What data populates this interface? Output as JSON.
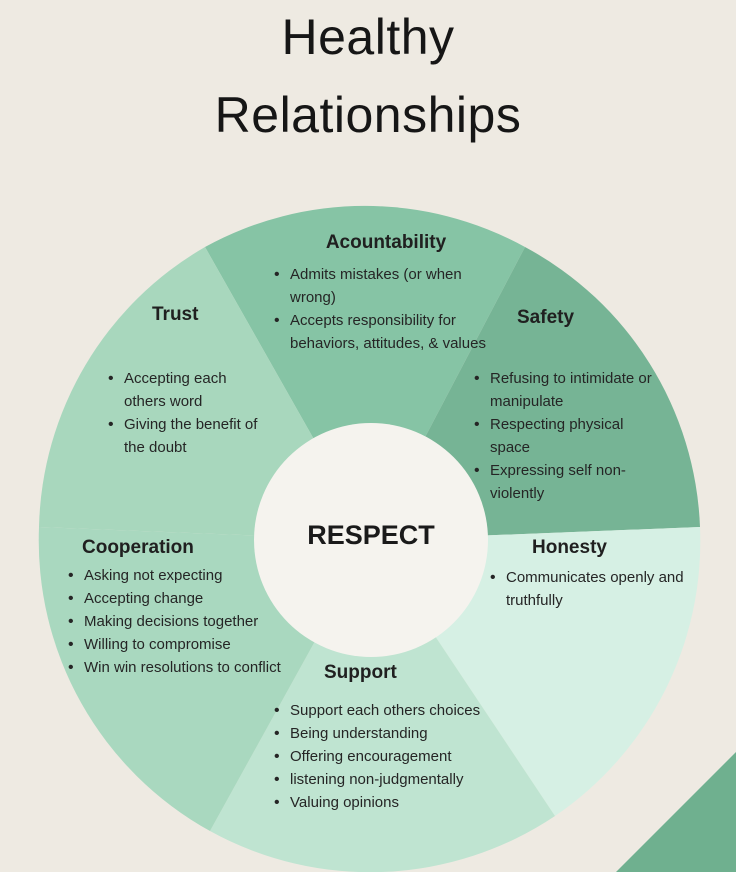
{
  "title": {
    "line1": "Healthy",
    "line2": "Relationships"
  },
  "center": {
    "label": "RESPECT"
  },
  "segments": {
    "accountability": {
      "heading": "Acountability",
      "items": [
        "Admits mistakes (or when wrong)",
        "Accepts responsibility for behaviors, attitudes, & values"
      ]
    },
    "trust": {
      "heading": "Trust",
      "items": [
        "Accepting each others word",
        "Giving the benefit of the doubt"
      ]
    },
    "safety": {
      "heading": "Safety",
      "items": [
        "Refusing to intimidate or manipulate",
        "Respecting physical space",
        "Expressing self non-violently"
      ]
    },
    "cooperation": {
      "heading": "Cooperation",
      "items": [
        "Asking not expecting",
        "Accepting change",
        "Making decisions together",
        "Willing to compromise",
        "Win win resolutions to conflict"
      ]
    },
    "honesty": {
      "heading": "Honesty",
      "items": [
        "Communicates openly and truthfully"
      ]
    },
    "support": {
      "heading": "Support",
      "items": [
        "Support each others choices",
        "Being understanding",
        "Offering encouragement",
        "listening non-judgmentally",
        "Valuing opinions"
      ]
    }
  },
  "colors": {
    "background": "#eeeae2",
    "accountability": "#86c4a5",
    "trust": "#a8d7bd",
    "safety": "#76b495",
    "cooperation": "#a9d8bf",
    "honesty": "#d6f0e4",
    "support": "#bfe4d1",
    "center": "#f5f3ee"
  }
}
